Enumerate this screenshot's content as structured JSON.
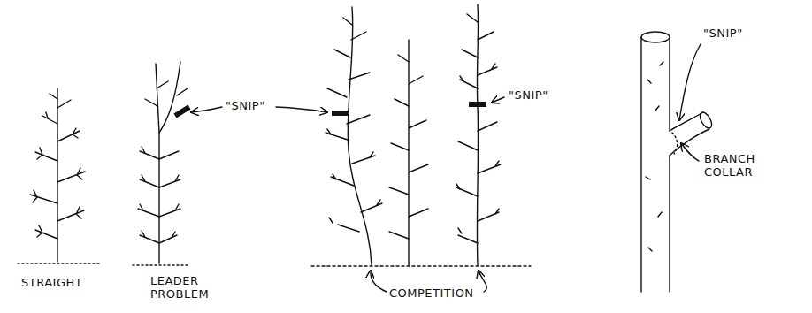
{
  "diagram": {
    "labels": [
      "STRAIGHT",
      "LEADER PROBLEM",
      "\"SNIP\"",
      "COMPETITION",
      "\"SNIP\"",
      "\"SNIP\"",
      "BRANCH COLLAR"
    ]
  }
}
